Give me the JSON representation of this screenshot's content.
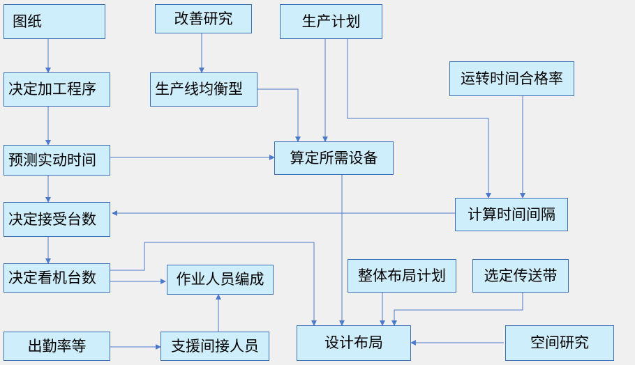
{
  "colors": {
    "box_fill": "#cfeefb",
    "box_border": "#3a6fb8",
    "arrow": "#4d79c9",
    "background": "#f0f0f0"
  },
  "nodes": {
    "drawings": "图纸",
    "improvement_research": "改善研究",
    "production_plan": "生产计划",
    "determine_process": "决定加工程序",
    "line_balancing": "生产线均衡型",
    "uptime_pass_rate": "运转时间合格率",
    "predict_actual_time": "预测实动时间",
    "calculate_equipment": "算定所需设备",
    "determine_accept_units": "决定接受台数",
    "calculate_interval": "计算时间间隔",
    "determine_machine_units": "决定看机台数",
    "operator_organization": "作业人员编成",
    "overall_layout_plan": "整体布局计划",
    "select_conveyor": "选定传送带",
    "attendance_rate": "出勤率等",
    "support_indirect_staff": "支援间接人员",
    "design_layout": "设计布局",
    "space_research": "空间研究"
  }
}
